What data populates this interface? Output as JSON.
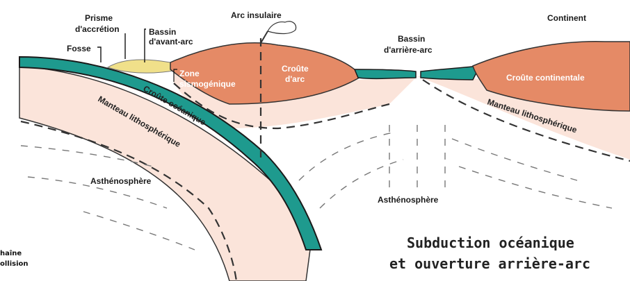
{
  "labels": {
    "prisme": "Prisme",
    "accretion": "d'accrétion",
    "bassin_avant_1": "Bassin",
    "bassin_avant_2": "d'avant-arc",
    "fosse": "Fosse",
    "arc_insulaire": "Arc insulaire",
    "bassin_arriere_1": "Bassin",
    "bassin_arriere_2": "d'arrière-arc",
    "continent": "Continent",
    "zone_1": "Zone",
    "zone_2": "sismogénique",
    "croute_arc_1": "Croûte",
    "croute_arc_2": "d'arc",
    "croute_continentale": "Croûte continentale",
    "croute_oceanique": "Croûte océanique",
    "manteau_litho_left": "Manteau lithosphérique",
    "manteau_litho_right": "Manteau lithosphérique",
    "astheno_left": "Asthénosphère",
    "astheno_right": "Asthénosphère"
  },
  "title": {
    "line1": "Subduction océanique",
    "line2": "et ouverture arrière-arc"
  },
  "side_text": {
    "line1": "haîne",
    "line2": "ollision"
  },
  "colors": {
    "oceanic_crust": "#1e9a8e",
    "arc_crust": "#e58a66",
    "mantle": "#fbe4da",
    "accretion_prism": "#f0e08a"
  }
}
